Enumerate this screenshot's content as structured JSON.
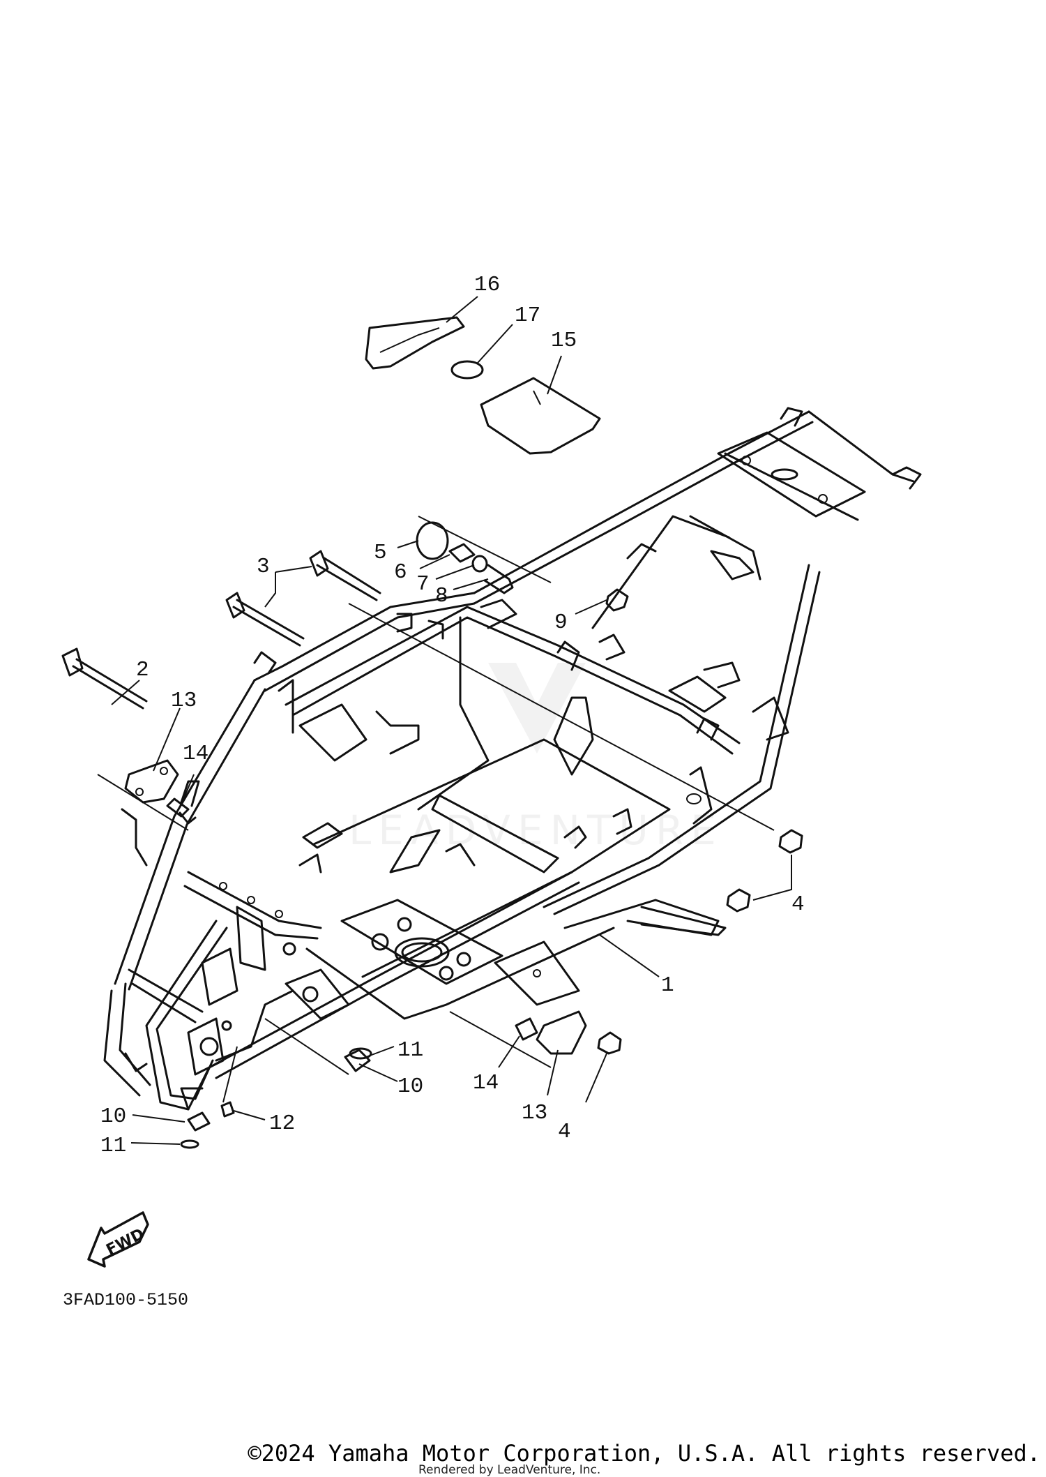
{
  "diagram": {
    "callouts": [
      {
        "id": "c16",
        "text": "16"
      },
      {
        "id": "c17",
        "text": "17"
      },
      {
        "id": "c15",
        "text": "15"
      },
      {
        "id": "c5",
        "text": "5"
      },
      {
        "id": "c6",
        "text": "6"
      },
      {
        "id": "c7",
        "text": "7"
      },
      {
        "id": "c8",
        "text": "8"
      },
      {
        "id": "c3",
        "text": "3"
      },
      {
        "id": "c9",
        "text": "9"
      },
      {
        "id": "c2",
        "text": "2"
      },
      {
        "id": "c13a",
        "text": "13"
      },
      {
        "id": "c14a",
        "text": "14"
      },
      {
        "id": "c4a",
        "text": "4"
      },
      {
        "id": "c1",
        "text": "1"
      },
      {
        "id": "c11a",
        "text": "11"
      },
      {
        "id": "c10a",
        "text": "10"
      },
      {
        "id": "c14b",
        "text": "14"
      },
      {
        "id": "c13b",
        "text": "13"
      },
      {
        "id": "c4b",
        "text": "4"
      },
      {
        "id": "c10b",
        "text": "10"
      },
      {
        "id": "c12",
        "text": "12"
      },
      {
        "id": "c11b",
        "text": "11"
      }
    ],
    "fwd_label": "FWD",
    "part_number": "3FAD100-5150",
    "watermark": "LEADVENTURE"
  },
  "footer": {
    "copyright": "©2024 Yamaha Motor Corporation, U.S.A. All rights reserved.",
    "rendered_by": "Rendered by LeadVenture, Inc."
  }
}
